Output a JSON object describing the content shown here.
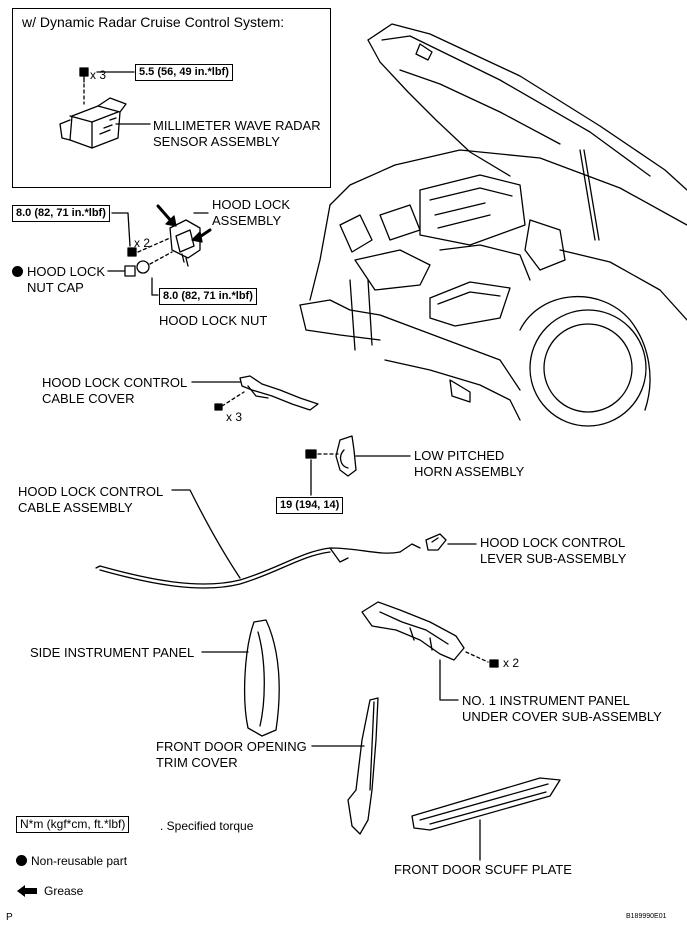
{
  "inset": {
    "title": "w/ Dynamic Radar Cruise Control System:",
    "torque": "5.5 (56, 49 in.*lbf)",
    "qty": "x 3",
    "part": [
      "MILLIMETER WAVE RADAR",
      "SENSOR ASSEMBLY"
    ]
  },
  "hood_lock": {
    "torque_bolt": "8.0 (82, 71 in.*lbf)",
    "qty": "x 2",
    "assembly": [
      "HOOD LOCK",
      "ASSEMBLY"
    ],
    "nut_cap": [
      "HOOD LOCK",
      "NUT CAP"
    ],
    "torque_nut": "8.0 (82, 71 in.*lbf)",
    "nut": "HOOD LOCK NUT"
  },
  "cable_cover": {
    "label": [
      "HOOD LOCK CONTROL",
      "CABLE COVER"
    ],
    "qty": "x 3"
  },
  "horn": {
    "label": [
      "LOW PITCHED",
      "HORN ASSEMBLY"
    ],
    "torque": "19 (194, 14)"
  },
  "cable": {
    "label": [
      "HOOD LOCK CONTROL",
      "CABLE ASSEMBLY"
    ]
  },
  "lever": {
    "label": [
      "HOOD LOCK CONTROL",
      "LEVER SUB-ASSEMBLY"
    ]
  },
  "side_panel": {
    "label": "SIDE INSTRUMENT PANEL"
  },
  "under_cover": {
    "label": [
      "NO. 1 INSTRUMENT PANEL",
      "UNDER COVER SUB-ASSEMBLY"
    ],
    "qty": "x 2"
  },
  "door_trim": {
    "label": [
      "FRONT DOOR OPENING",
      "TRIM COVER"
    ]
  },
  "scuff_plate": {
    "label": "FRONT DOOR SCUFF PLATE"
  },
  "legend": {
    "torque_box": "N*m (kgf*cm, ft.*lbf)",
    "torque_text": ". Specified torque",
    "nonreusable": "Non-reusable part",
    "grease": "Grease"
  },
  "footer": {
    "left": "P",
    "right": "B189990E01"
  }
}
